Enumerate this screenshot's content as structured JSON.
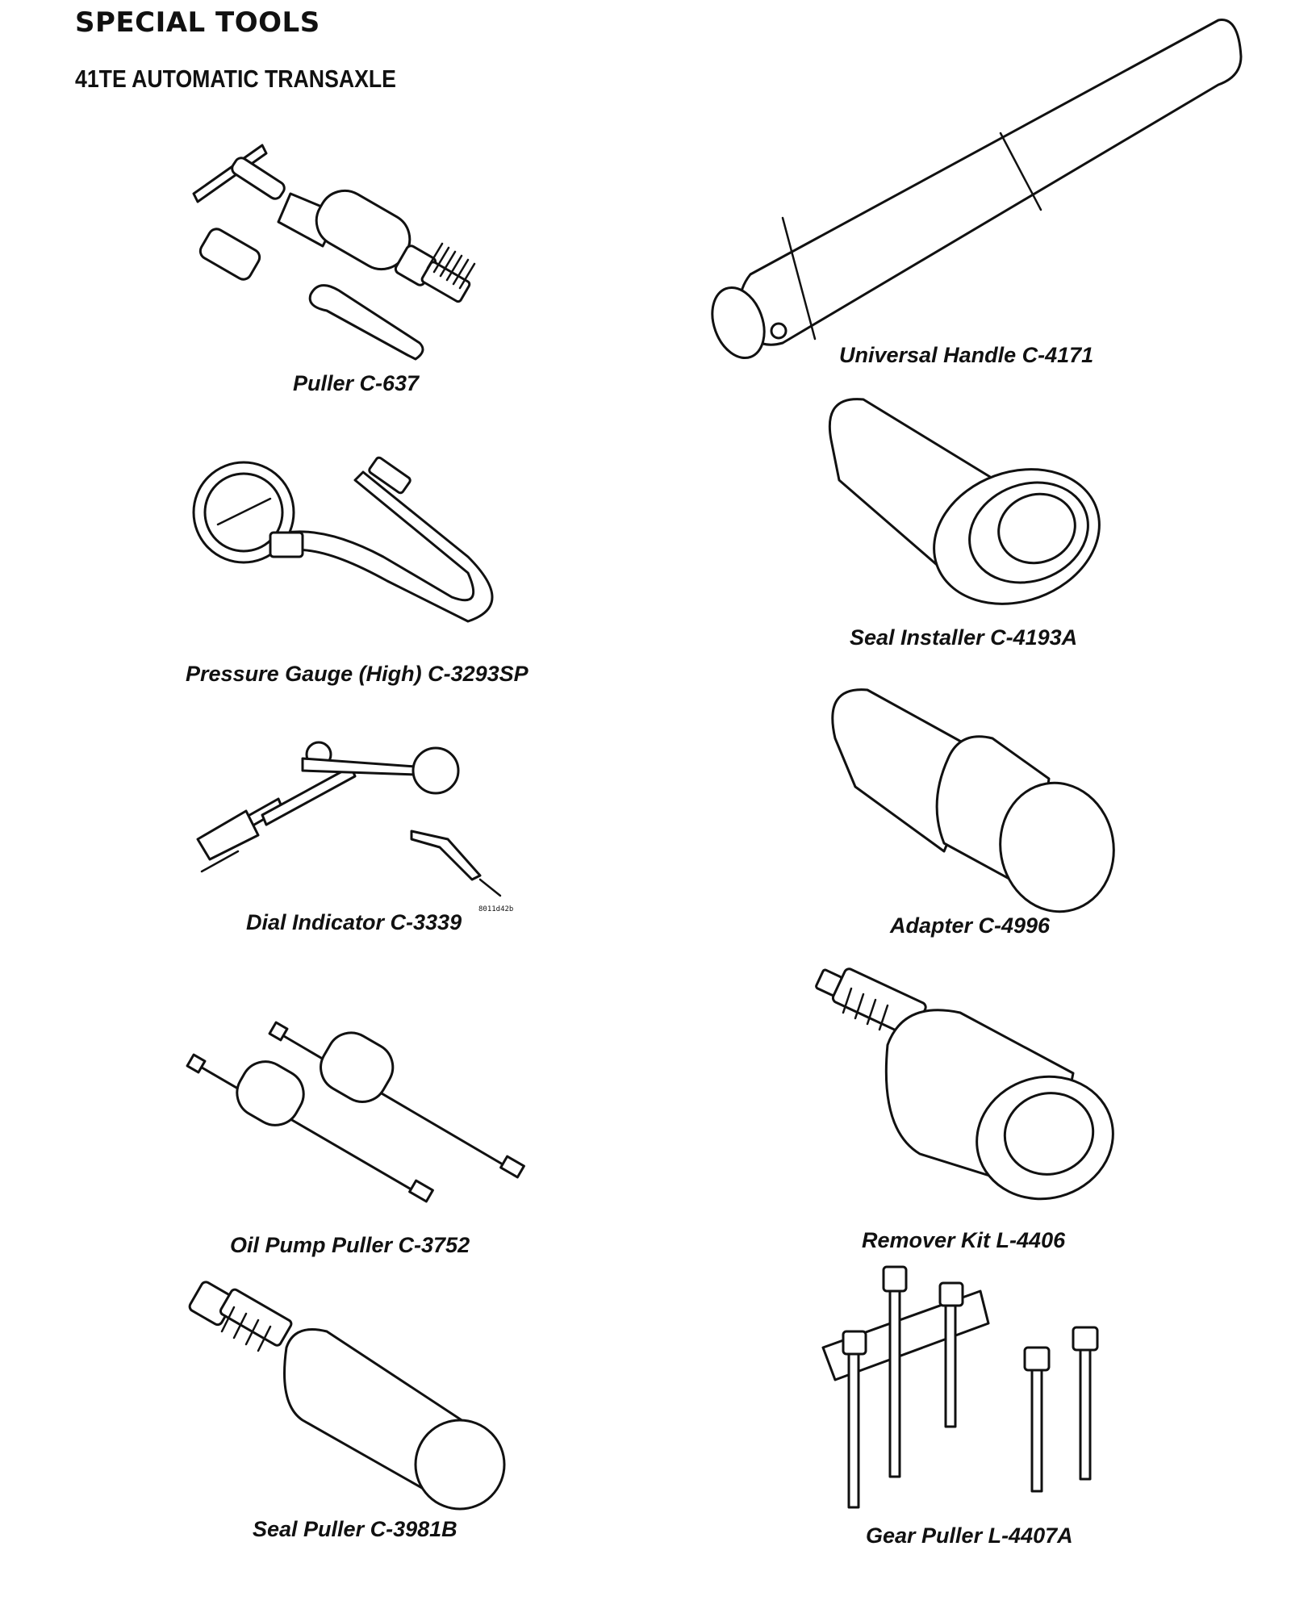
{
  "header": {
    "title": "SPECIAL TOOLS",
    "subtitle": "41TE AUTOMATIC TRANSAXLE"
  },
  "figure_code": "8011d42b",
  "tools": [
    {
      "name": "Puller C-637"
    },
    {
      "name": "Universal Handle C-4171"
    },
    {
      "name": "Pressure Gauge (High) C-3293SP"
    },
    {
      "name": "Seal Installer C-4193A"
    },
    {
      "name": "Dial Indicator C-3339"
    },
    {
      "name": "Adapter C-4996"
    },
    {
      "name": "Oil Pump Puller C-3752"
    },
    {
      "name": "Remover Kit L-4406"
    },
    {
      "name": "Seal Puller C-3981B"
    },
    {
      "name": "Gear Puller L-4407A"
    }
  ]
}
